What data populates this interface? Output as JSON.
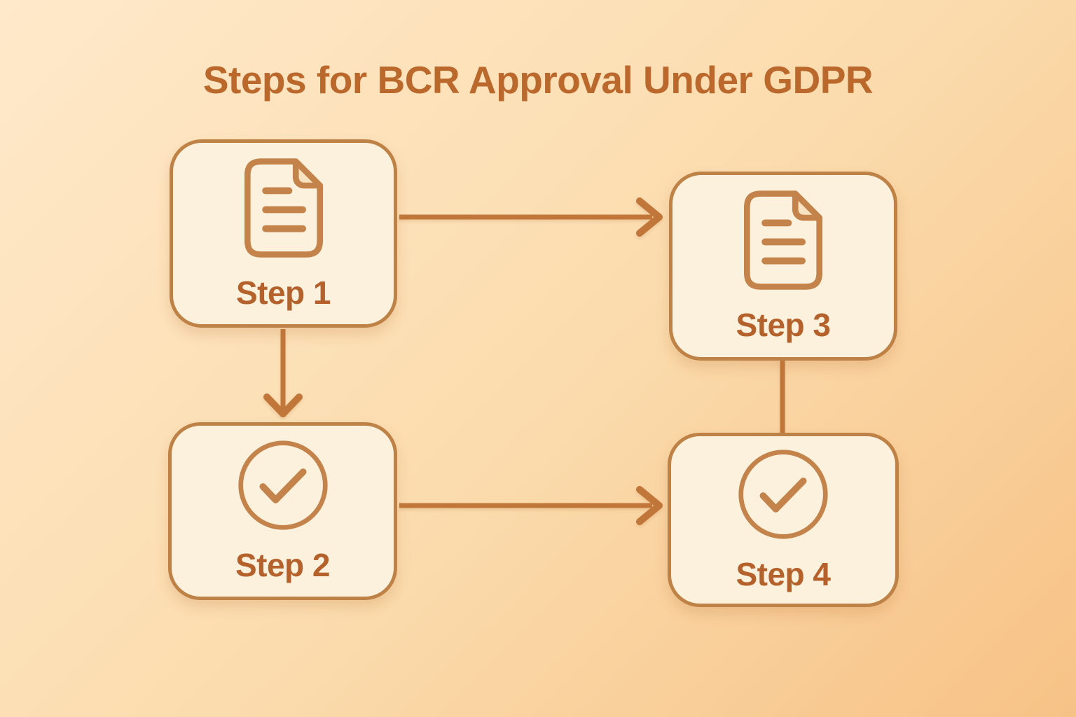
{
  "title": "Steps for BCR Approval Under GDPR",
  "steps": [
    {
      "id": 1,
      "label": "Step 1",
      "icon": "document-icon"
    },
    {
      "id": 2,
      "label": "Step 2",
      "icon": "check-circle-icon"
    },
    {
      "id": 3,
      "label": "Step 3",
      "icon": "document-icon"
    },
    {
      "id": 4,
      "label": "Step 4",
      "icon": "check-circle-icon"
    }
  ],
  "connectors": [
    {
      "from": "step-1",
      "to": "step-3",
      "direction": "right",
      "arrowhead": true
    },
    {
      "from": "step-1",
      "to": "step-2",
      "direction": "down",
      "arrowhead": true
    },
    {
      "from": "step-2",
      "to": "step-4",
      "direction": "right",
      "arrowhead": true
    },
    {
      "from": "step-3",
      "to": "step-4",
      "direction": "down",
      "arrowhead": false
    }
  ],
  "colors": {
    "bg-top": "#ffe9ca",
    "bg-mid": "#fbdcae",
    "bg-bottom": "#f7c286",
    "box-fill": "#fcf1dc",
    "box-border": "#bf8246",
    "line": "#c1773a",
    "title-text": "#bb682c",
    "label-text": "#b4612c",
    "icon-stroke": "#c3834a",
    "fold-fill": "#f9e2c2"
  }
}
